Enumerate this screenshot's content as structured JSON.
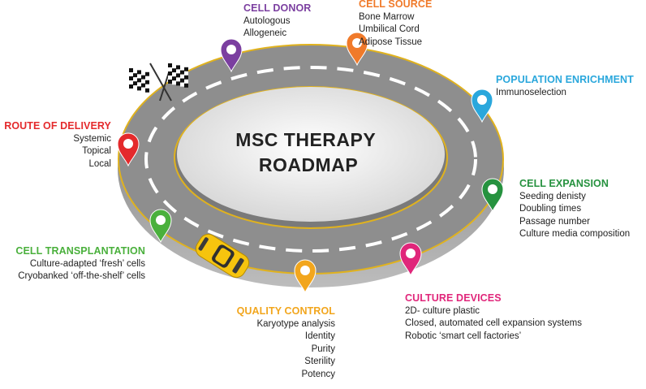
{
  "title_lines": [
    "MSC THERAPY",
    "ROADMAP"
  ],
  "stops": [
    {
      "key": "cell-donor",
      "title": "CELL DONOR",
      "color": "#7b3fa0",
      "items": [
        "Autologous",
        "Allogeneic"
      ]
    },
    {
      "key": "cell-source",
      "title": "CELL SOURCE",
      "color": "#f07a2a",
      "items": [
        "Bone Marrow",
        "Umbilical Cord",
        "Adipose Tissue"
      ]
    },
    {
      "key": "population-enrichment",
      "title": "POPULATION ENRICHMENT",
      "color": "#2aa7dc",
      "items": [
        "Immunoselection"
      ]
    },
    {
      "key": "cell-expansion",
      "title": "CELL EXPANSION",
      "color": "#26923f",
      "items": [
        "Seeding denisty",
        "Doubling times",
        "Passage number",
        "Culture media composition"
      ]
    },
    {
      "key": "culture-devices",
      "title": "CULTURE DEVICES",
      "color": "#e0267a",
      "items": [
        "2D- culture plastic",
        "Closed, automated cell expansion systems",
        "Robotic ‘smart cell factories’"
      ]
    },
    {
      "key": "quality-control",
      "title": "QUALITY CONTROL",
      "color": "#f2a61d",
      "items": [
        "Karyotype analysis",
        "Identity",
        "Purity",
        "Sterility",
        "Potency"
      ]
    },
    {
      "key": "cell-transplantation",
      "title": "CELL TRANSPLANTATION",
      "color": "#4ab03c",
      "items": [
        "Culture-adapted ‘fresh’ cells",
        "Cryobanked ‘off-the-shelf’ cells"
      ]
    },
    {
      "key": "route-of-delivery",
      "title": "ROUTE OF DELIVERY",
      "color": "#e42a2c",
      "items": [
        "Systemic",
        "Topical",
        "Local"
      ]
    }
  ],
  "icons": {
    "flags": "checkered-flags-icon",
    "car": "car-icon",
    "pin": "map-pin-icon"
  },
  "colors": {
    "road": "#8a8a8a",
    "road_edge": "#e0b21e",
    "lane_marking": "#ffffff",
    "center": "#e9e9e9",
    "car": "#f6c40e"
  }
}
